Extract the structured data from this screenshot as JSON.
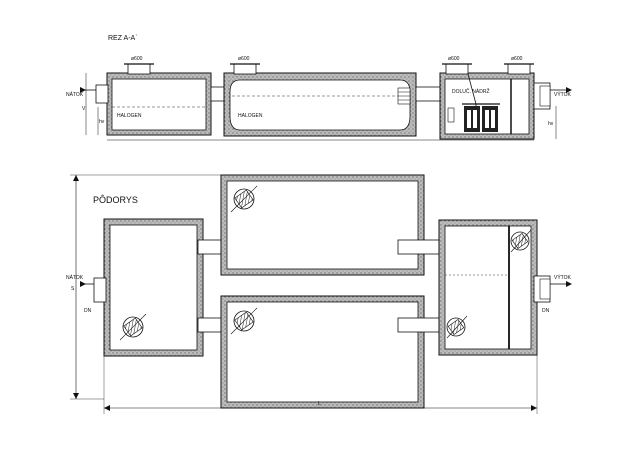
{
  "section": {
    "title": "REZ  A-A`",
    "inlet": "NÁTOK",
    "outlet": "VÝTOK",
    "dim_600_a": "ø600",
    "dim_600_b": "ø600",
    "dim_600_c": "ø600",
    "dim_600_d": "ø600",
    "level_left": "HALOGEN",
    "level_mid": "HALOGEN",
    "pump_label": "DOLUČ. NÁDRŽ",
    "dim_v": "V",
    "dim_h1": "hv",
    "dim_h2": "hv"
  },
  "plan": {
    "title": "PÔDORYS",
    "inlet": "NÁTOK",
    "outlet": "VÝTOK",
    "dim_width": "S",
    "dim_length": "L",
    "dn_in": "DN",
    "dn_out": "DN"
  }
}
